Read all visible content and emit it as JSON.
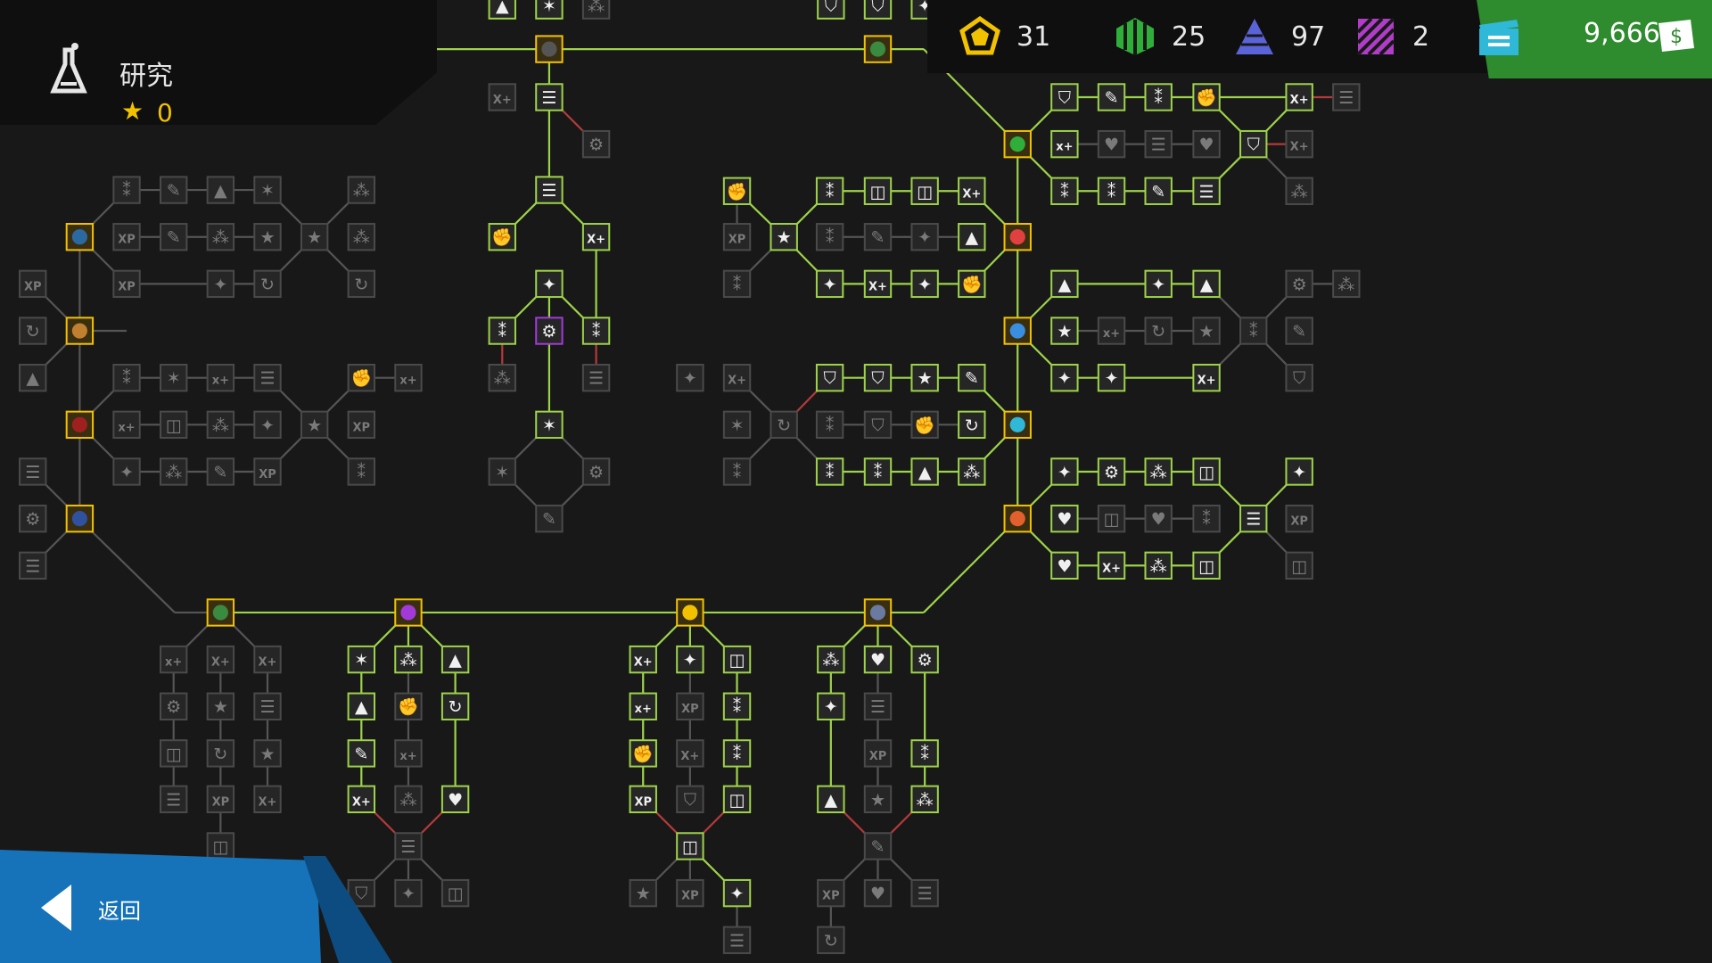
{
  "header": {
    "title": "研究",
    "stars": "0"
  },
  "resources": [
    {
      "name": "research-points",
      "value": "31",
      "color": "#f2c200",
      "icon": "pentagon-token-icon"
    },
    {
      "name": "green-shards",
      "value": "25",
      "color": "#2fae3a",
      "icon": "green-crystal-icon"
    },
    {
      "name": "blue-shards",
      "value": "97",
      "color": "#5a63d8",
      "icon": "blue-pyramid-icon"
    },
    {
      "name": "purple-shards",
      "value": "2",
      "color": "#b03cc8",
      "icon": "purple-stripes-icon"
    }
  ],
  "money": {
    "value": "9,666"
  },
  "back_label": "返回",
  "colors": {
    "unlocked": "#9dd34a",
    "locked_line": "#555555",
    "red_line": "#b43a3a",
    "node_fill": "#262626",
    "hub_fill": "#3a2e10",
    "hub_border": "#f2c200",
    "hub_gems": [
      "#2fae3a",
      "#e04040",
      "#3a8ee0",
      "#2fb8d8",
      "#e2602c",
      "#a23ad8",
      "#f2c200",
      "#6a7aa0",
      "#3a8a40"
    ]
  },
  "icons": [
    "fist-icon",
    "star-icon",
    "two-stars-icon",
    "three-stars-icon",
    "max-up-arrow-icon",
    "xp-plus-icon",
    "max-xp-icon",
    "xp-plus-plus-icon",
    "shuriken-icon",
    "circle-arrow-icon",
    "pin-icon",
    "shield-icon",
    "heart-icon",
    "cup-icon",
    "list-icon",
    "sparkle-icon",
    "gear-icon"
  ]
}
